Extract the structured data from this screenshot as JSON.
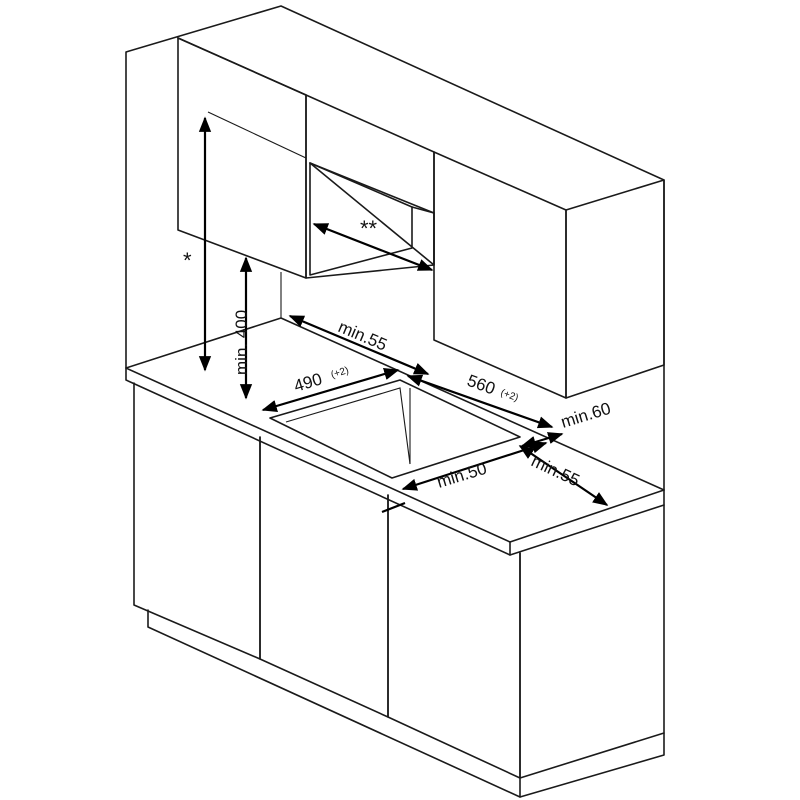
{
  "labels": {
    "star_single": "*",
    "star_double": "**",
    "min400": "min. 400",
    "min55_top": "min.55",
    "w490": "490",
    "w490_tol": "(+2)",
    "w560": "560",
    "w560_tol": "(+2)",
    "min60": "min.60",
    "min50": "min.50",
    "min55_right": "min.55"
  }
}
